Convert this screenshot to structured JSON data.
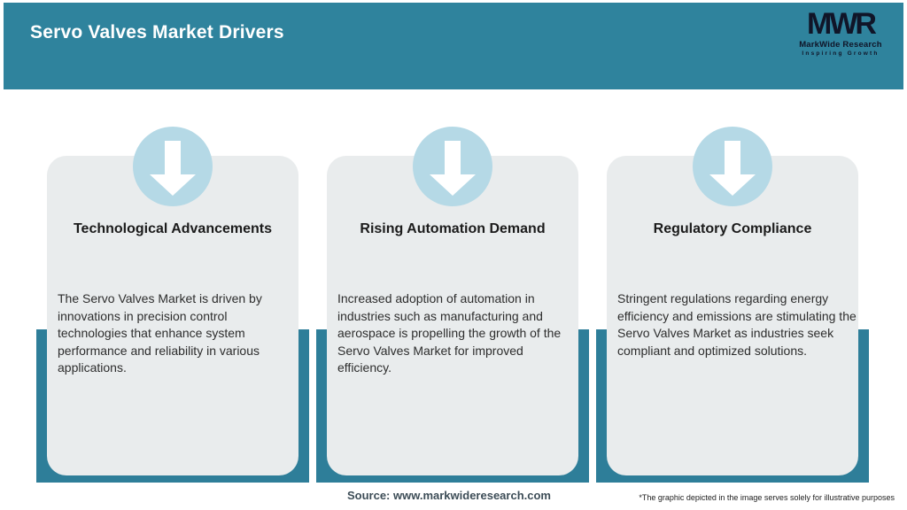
{
  "header": {
    "title": "Servo Valves Market Drivers"
  },
  "logo": {
    "monogram": "MWR",
    "name": "MarkWide Research",
    "tagline": "Inspiring Growth"
  },
  "cards": [
    {
      "icon": "arrow-down-icon",
      "heading": "Technological Advancements",
      "body": "The Servo Valves Market is driven by innovations in precision control technologies that enhance system performance and reliability in various applications."
    },
    {
      "icon": "arrow-down-icon",
      "heading": "Rising Automation Demand",
      "body": "Increased adoption of automation in industries such as manufacturing and aerospace is propelling the growth of the Servo Valves Market for improved efficiency."
    },
    {
      "icon": "arrow-down-icon",
      "heading": "Regulatory Compliance",
      "body": "Stringent regulations regarding energy efficiency and emissions are stimulating the Servo Valves Market as industries seek compliant and optimized solutions."
    }
  ],
  "footer": {
    "source": "Source: www.markwideresearch.com",
    "disclaimer": "*The graphic depicted in the image serves solely for illustrative purposes"
  },
  "colors": {
    "header_teal": "#2f839d",
    "band_teal": "#2e7e99",
    "circle_blue": "#b5d9e6",
    "card_gray": "#e9eced",
    "logo_dark": "#101528",
    "title_white": "#ffffff"
  }
}
